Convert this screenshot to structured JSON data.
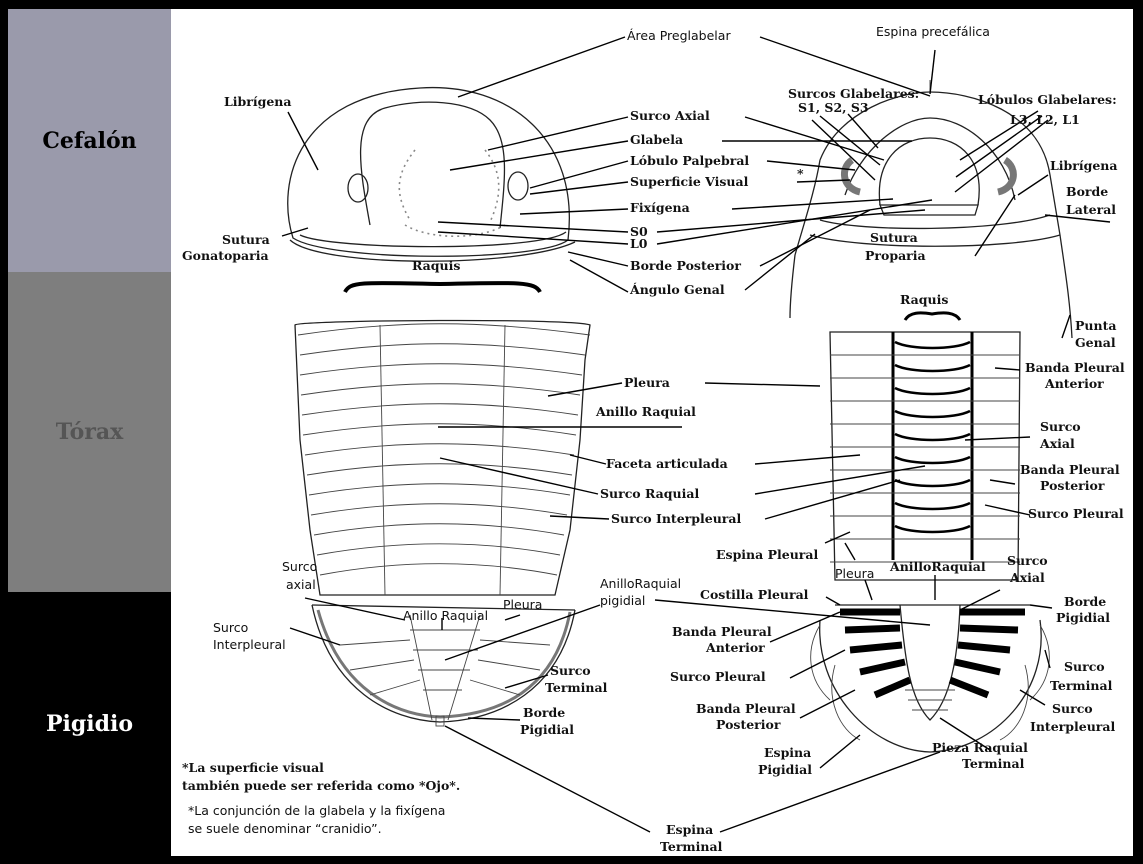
{
  "bands": {
    "cephalon": "Cefalón",
    "thorax": "Tórax",
    "pygidium": "Pigidio"
  },
  "colors": {
    "cephalon_band": "#9a9aab",
    "thorax_band": "#7e7e7e",
    "pygidium_band": "#000000",
    "cephalon_text": "#000000",
    "thorax_text": "#555555",
    "pygidium_text": "#ffffff"
  },
  "labels": {
    "area_preglabelar": "Área Preglabelar",
    "espina_precefalica": "Espina precefálica",
    "surcos_glabelares": "Surcos Glabelares:",
    "s1_s2_s3": "S1, S2, S3",
    "lobulos_glabelares": "Lóbulos Glabelares:",
    "l3_l2_l1": "L3, L2, L1",
    "librigena_left": "Librígena",
    "librigena_right": "Librígena",
    "surco_axial": "Surco Axial",
    "glabela": "Glabela",
    "lobulo_palpebral": "Lóbulo Palpebral",
    "superficie_visual": "Superficie Visual",
    "asterisk": "*",
    "fixigena": "Fixígena",
    "borde": "Borde",
    "lateral": "Lateral",
    "sutura_left": "Sutura",
    "gonatoparia": "Gonatoparia",
    "s0": "S0",
    "l0": "L0",
    "borde_posterior": "Borde Posterior",
    "sutura_right": "Sutura",
    "proparia": "Proparia",
    "angulo_genal": "Ángulo Genal",
    "raquis_left": "Raquis",
    "raquis_right": "Raquis",
    "punta": "Punta",
    "genal": "Genal",
    "banda_pleural_ant_1": "Banda Pleural",
    "banda_pleural_ant_2": "Anterior",
    "pleura_thorax": "Pleura",
    "anillo_raquial_thorax": "Anillo Raquial",
    "surco_axial_r1": "Surco",
    "surco_axial_r2": "Axial",
    "faceta_articulada": "Faceta articulada",
    "banda_pleural_post_1": "Banda Pleural",
    "banda_pleural_post_2": "Posterior",
    "surco_raquial": "Surco Raquial",
    "surco_pleural_thorax": "Surco Pleural",
    "surco_interpleural_thorax": "Surco Interpleural",
    "espina_pleural": "Espina Pleural",
    "surco_axial_lp_1": "Surco",
    "surco_axial_lp_2": "axial",
    "anillo_raquial_lp": "Anillo Raquial",
    "pleura_lp": "Pleura",
    "surco_interpleural_lp_1": "Surco",
    "surco_interpleural_lp_2": "Interpleural",
    "anillo_raquial_pigidial_1": "AnilloRaquial",
    "anillo_raquial_pigidial_2": "pigidial",
    "surco_terminal_lp_1": "Surco",
    "surco_terminal_lp_2": "Terminal",
    "borde_pigidial_lp_1": "Borde",
    "borde_pigidial_lp_2": "Pigidial",
    "pleura_rp": "Pleura",
    "anillo_raquial_rp": "AnilloRaquial",
    "surco_axial_rp_1": "Surco",
    "surco_axial_rp_2": "Axial",
    "costilla_pleural": "Costilla Pleural",
    "borde_pigidial_rp_1": "Borde",
    "borde_pigidial_rp_2": "Pigidial",
    "banda_pleural_ant_rp_1": "Banda Pleural",
    "banda_pleural_ant_rp_2": "Anterior",
    "surco_pleural_rp": "Surco Pleural",
    "surco_terminal_rp_1": "Surco",
    "surco_terminal_rp_2": "Terminal",
    "banda_pleural_post_rp_1": "Banda Pleural",
    "banda_pleural_post_rp_2": "Posterior",
    "surco_interpleural_rp_1": "Surco",
    "surco_interpleural_rp_2": "Interpleural",
    "espina_pigidial_1": "Espina",
    "espina_pigidial_2": "Pigidial",
    "pieza_raquial_1": "Pieza Raquial",
    "pieza_raquial_2": "Terminal",
    "espina_terminal_1": "Espina",
    "espina_terminal_2": "Terminal"
  },
  "notes": {
    "note1_line1": "*La superficie visual",
    "note1_line2": "también puede ser referida como *Ojo*.",
    "note2_line1": "*La conjunción de la glabela y la fixígena",
    "note2_line2": "se suele denominar “cranidio”."
  }
}
